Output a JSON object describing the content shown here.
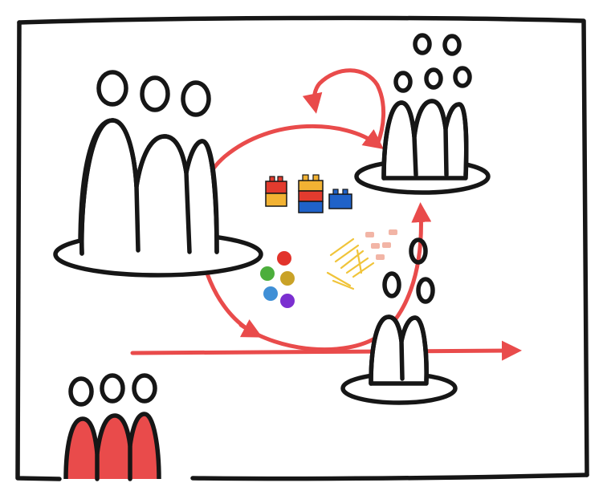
{
  "colors": {
    "ink": "#161616",
    "accent_red": "#e94b4b",
    "background": "#ffffff",
    "brick_red": "#e23b2e",
    "brick_yellow": "#f2b233",
    "brick_blue": "#1f62c9",
    "bead_red": "#e2332b",
    "bead_green": "#4cae3c",
    "bead_gold": "#c9a227",
    "bead_blue": "#3f8fd6",
    "bead_purple": "#7b2fd0",
    "straw_yellow": "#f0c43a",
    "tile_pink": "#f2b5a6"
  },
  "elements": {
    "frame": "hand-drawn-frame",
    "cycle": "red-cycle-loop",
    "line": "red-horizontal-arrow",
    "groups": [
      "large-group-left",
      "group-top-right",
      "group-bottom-right",
      "red-group-bottom-left"
    ],
    "materials": [
      "building-bricks",
      "colored-beads",
      "yellow-straws",
      "pink-tiles"
    ]
  }
}
